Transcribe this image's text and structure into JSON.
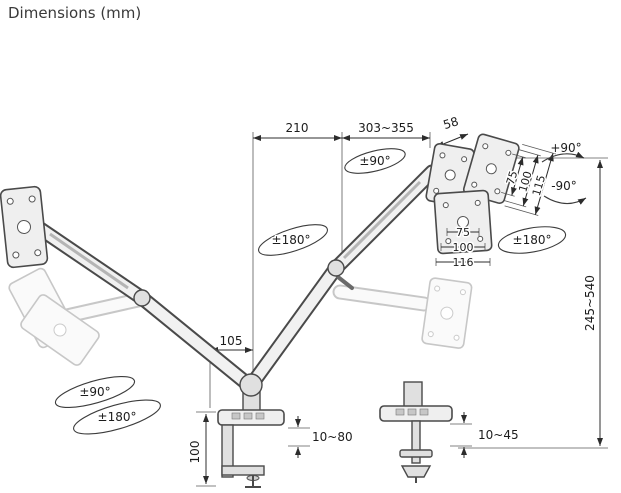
{
  "title": "Dimensions (mm)",
  "dimensions": {
    "top_left": "210",
    "top_right": "303~355",
    "vesa_offset": "58",
    "height_range": "245~540",
    "arm_offset": "105",
    "clamp_height": "100",
    "clamp_range": "10~80",
    "grommet_range": "10~45"
  },
  "vesa_tilted": {
    "d75": "75",
    "d100": "100",
    "d115": "115"
  },
  "vesa_front": {
    "d75": "75",
    "d100": "100",
    "d116": "116"
  },
  "rotations": {
    "swivel_left": "±90°",
    "rotate_left": "±180°",
    "swivel_top": "±90°",
    "rotate_mid": "±180°",
    "tilt_up": "+90°",
    "tilt_down": "-90°",
    "rotate_right": "±180°"
  }
}
